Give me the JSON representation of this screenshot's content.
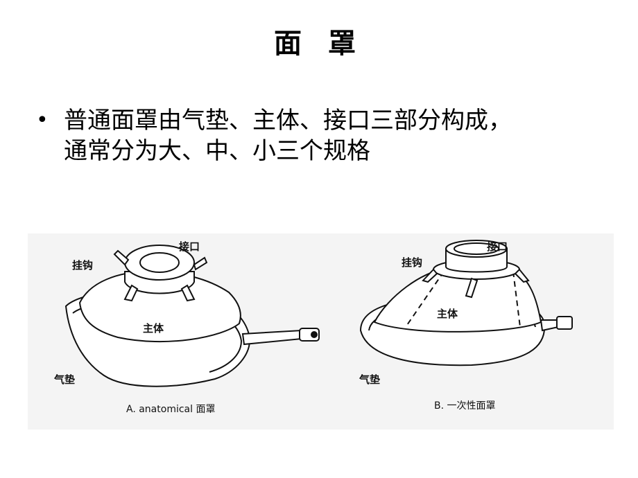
{
  "slide": {
    "title": "面 罩",
    "bullet_marker": "•",
    "bullet_line1": "普通面罩由气垫、主体、接口三部分构成，",
    "bullet_line2": "通常分为大、中、小三个规格"
  },
  "figure": {
    "left_mask": {
      "label_hook": "挂钩",
      "label_port": "接口",
      "label_body": "主体",
      "label_cushion": "气垫",
      "caption": "A. anatomical 面罩"
    },
    "right_mask": {
      "label_hook": "挂钩",
      "label_port": "接口",
      "label_body": "主体",
      "label_cushion": "气垫",
      "caption": "B. 一次性面罩"
    }
  }
}
